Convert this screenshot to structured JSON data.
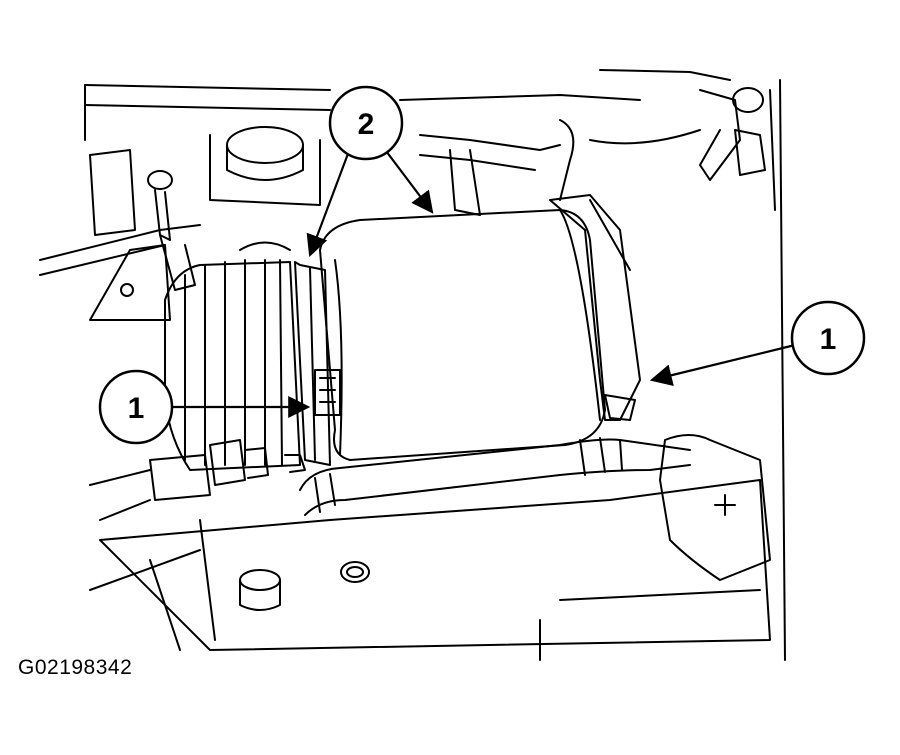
{
  "figure": {
    "id": "G02198342"
  },
  "callouts": [
    {
      "number": "1",
      "target": "clamp-left"
    },
    {
      "number": "2",
      "target": "air-duct-connection"
    },
    {
      "number": "1",
      "target": "clamp-right"
    }
  ],
  "colors": {
    "line": "#000000",
    "background": "#ffffff"
  }
}
